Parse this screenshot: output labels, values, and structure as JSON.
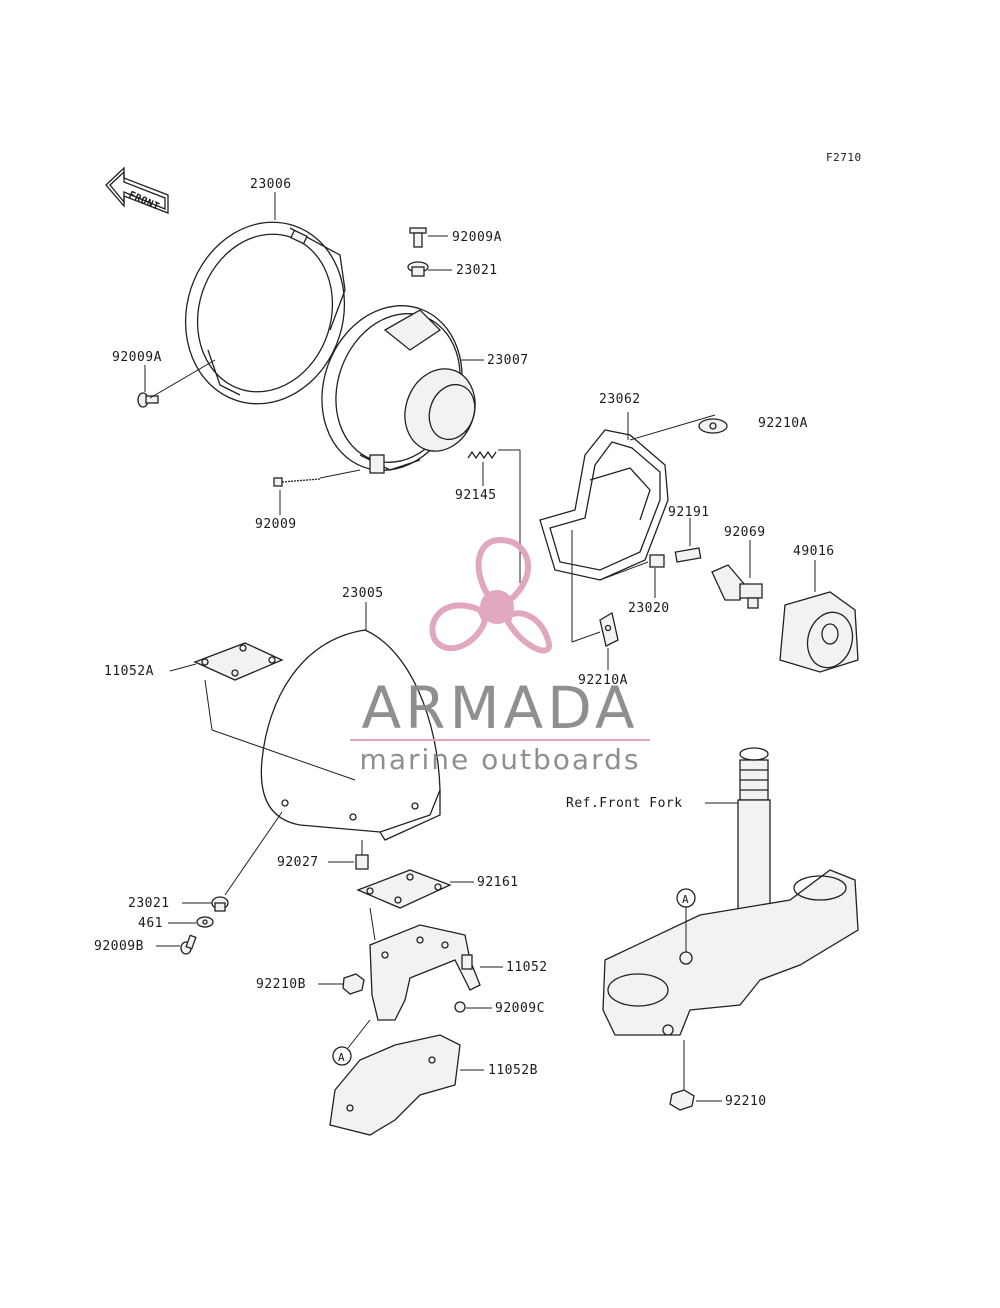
{
  "diagram_code": "F2710",
  "front_arrow_label": "FRONT",
  "parts": {
    "p23006": "23006",
    "p92009A_top": "92009A",
    "p23021_top": "23021",
    "p92009A_left": "92009A",
    "p23007": "23007",
    "p23062": "23062",
    "p92210A_top": "92210A",
    "p92145": "92145",
    "p92009": "92009",
    "p92191": "92191",
    "p92069": "92069",
    "p49016": "49016",
    "p23020": "23020",
    "p23005": "23005",
    "p11052A": "11052A",
    "p92210A_bottom": "92210A",
    "p92027": "92027",
    "p92161": "92161",
    "p23021_bottom": "23021",
    "p461": "461",
    "p92009B": "92009B",
    "p11052": "11052",
    "p92210B": "92210B",
    "p92009C": "92009C",
    "p11052B": "11052B",
    "p92210": "92210"
  },
  "ref_front_fork": "Ref.Front Fork",
  "marker_a": "A",
  "watermark": {
    "name": "ARMADA",
    "tagline": "marine outboards",
    "pink": "#e0a3be",
    "gray": "#8a8a8a"
  }
}
